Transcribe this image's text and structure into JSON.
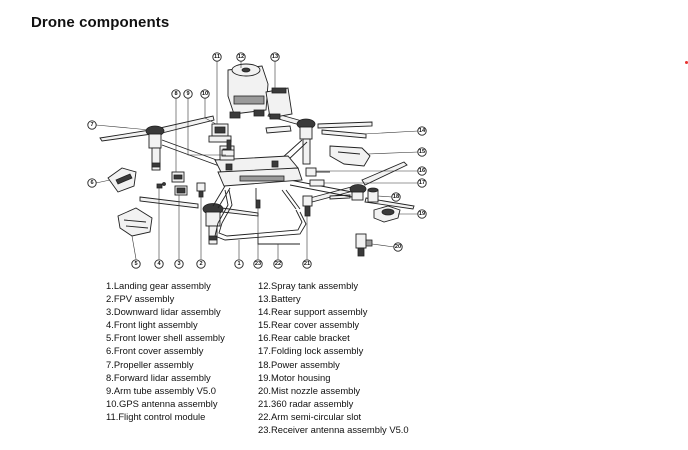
{
  "title": "Drone components",
  "colors": {
    "accent_dot": "#e8322f",
    "line": "#222222"
  },
  "callouts": [
    "1",
    "2",
    "3",
    "4",
    "5",
    "6",
    "7",
    "8",
    "9",
    "10",
    "11",
    "12",
    "13",
    "14",
    "15",
    "16",
    "17",
    "18",
    "19",
    "20",
    "21",
    "22",
    "23"
  ],
  "legend_left": [
    "1.Landing gear assembly",
    "2.FPV assembly",
    "3.Downward lidar assembly",
    "4.Front light assembly",
    "5.Front lower shell assembly",
    "6.Front cover assembly",
    "7.Propeller assembly",
    "8.Forward lidar assembly",
    "9.Arm tube assembly V5.0",
    "10.GPS antenna assembly",
    "11.Flight control module"
  ],
  "legend_right": [
    "12.Spray tank assembly",
    "13.Battery",
    "14.Rear support assembly",
    "15.Rear cover assembly",
    "16.Rear cable bracket",
    "17.Folding lock assembly",
    "18.Power assembly",
    "19.Motor housing",
    "20.Mist nozzle assembly",
    "21.360 radar assembly",
    "22.Arm semi-circular slot",
    "23.Receiver antenna assembly V5.0"
  ]
}
